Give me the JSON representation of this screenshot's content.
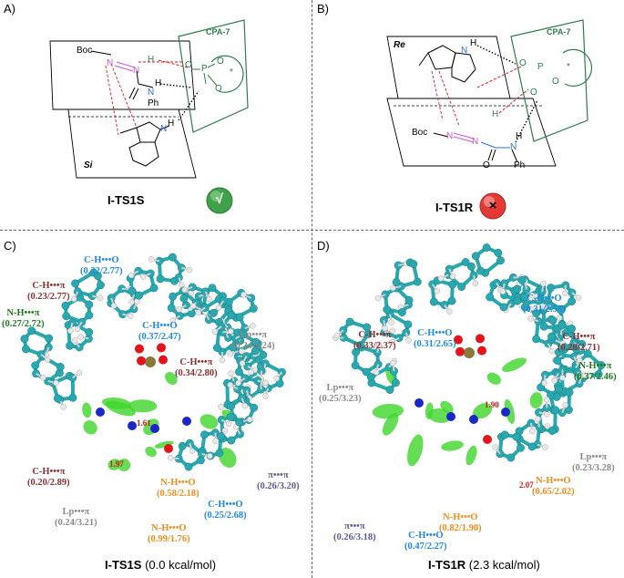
{
  "panels": {
    "a": {
      "letter": "A)",
      "boc": "Boc",
      "n1": "N",
      "n2": "N",
      "h_top": "H",
      "o1": "O",
      "o2": "O",
      "p": "P",
      "star": "*",
      "o3": "O",
      "h2": "H",
      "n3": "N",
      "ph": "Ph",
      "h3": "H",
      "n4": "N",
      "cpa": "CPA-7",
      "face": "Si",
      "caption": "I-TS1S",
      "badge": "√"
    },
    "b": {
      "letter": "B)",
      "face": "Re",
      "cpa": "CPA-7",
      "h_ind": "H",
      "n_ind": "N",
      "o1": "O",
      "p": "P",
      "star": "*",
      "o2": "O",
      "o3": "O",
      "h_mid": "H",
      "boc": "Boc",
      "n1": "N",
      "n2": "N",
      "n3": "N",
      "h3": "H",
      "ph": "Ph",
      "o_urea": "O",
      "caption": "I-TS1R",
      "badge": "×"
    },
    "c": {
      "letter": "C)",
      "caption": "I-TS1S",
      "caption_note": "(0.0 kcal/mol)",
      "labels": [
        {
          "t": "C-H•••O",
          "v": "(0.22/2.77)",
          "color": "#1e88e5"
        },
        {
          "t": "C-H•••π",
          "v": "(0.23/2.77)",
          "color": "#8b2f2f"
        },
        {
          "t": "N-H•••π",
          "v": "(0.27/2.72)",
          "color": "#1d7a1d"
        },
        {
          "t": "C-H•••O",
          "v": "(0.37/2.47)",
          "color": "#1e88e5"
        },
        {
          "t": "Lp•••π",
          "v": "(0.24/3.24)",
          "color": "#8a8a8a"
        },
        {
          "t": "C-H•••π",
          "v": "(0.34/2.80)",
          "color": "#8b2f2f"
        },
        {
          "t": "π•••π",
          "v": "(0.26/3.20)",
          "color": "#5b5b9a"
        },
        {
          "t": "C-H•••π",
          "v": "(0.20/2.89)",
          "color": "#8b2f2f"
        },
        {
          "t": "N-H•••O",
          "v": "(0.58/2.18)",
          "color": "#f08c1a"
        },
        {
          "t": "C-H•••O",
          "v": "(0.25/2.68)",
          "color": "#1e88e5"
        },
        {
          "t": "Lp•••π",
          "v": "(0.24/3.21)",
          "color": "#8a8a8a"
        },
        {
          "t": "N-H•••O",
          "v": "(0.99/1.76)",
          "color": "#f08c1a"
        }
      ],
      "dist1": "1.61",
      "dist2": "1.97"
    },
    "d": {
      "letter": "D)",
      "caption": "I-TS1R",
      "caption_note": "(2.3 kcal/mol)",
      "labels": [
        {
          "t": "C-H•••O",
          "v": "(0.31/2.53)",
          "color": "#1e88e5"
        },
        {
          "t": "C-H•••π",
          "v": "(0.33/2.37)",
          "color": "#8b2f2f"
        },
        {
          "t": "C-H•••O",
          "v": "(0.31/2.65)",
          "color": "#1e88e5"
        },
        {
          "t": "C-H•••π",
          "v": "(0.28/2.71)",
          "color": "#8b2f2f"
        },
        {
          "t": "N-H•••π",
          "v": "(0.37/2.46)",
          "color": "#1d7a1d"
        },
        {
          "t": "Lp•••π",
          "v": "(0.25/3.23)",
          "color": "#8a8a8a"
        },
        {
          "t": "Lp•••π",
          "v": "(0.23/3.28)",
          "color": "#8a8a8a"
        },
        {
          "t": "N-H•••O",
          "v": "(0.65/2.02)",
          "color": "#f08c1a"
        },
        {
          "t": "N-H•••O",
          "v": "(0.82/1.90)",
          "color": "#f08c1a"
        },
        {
          "t": "π•••π",
          "v": "(0.26/3.18)",
          "color": "#5b5b9a"
        },
        {
          "t": "C-H•••O",
          "v": "(0.47/2.27)",
          "color": "#1e88e5"
        }
      ],
      "dist1": "1.90",
      "dist2": "2.07"
    }
  },
  "colors": {
    "carbon": "#2aa8b0",
    "hydrogen": "#e8e8e8",
    "oxygen": "#e3141b",
    "nitrogen": "#1a28c8",
    "phosphorus": "#8a7a3a",
    "nci": "#3ed62a",
    "cpa": "#2e7d4a",
    "dnn": "#d44fd6",
    "nh": "#2b6fd6",
    "check_badge": "#3fa24a",
    "cross_badge": "#e53935"
  }
}
